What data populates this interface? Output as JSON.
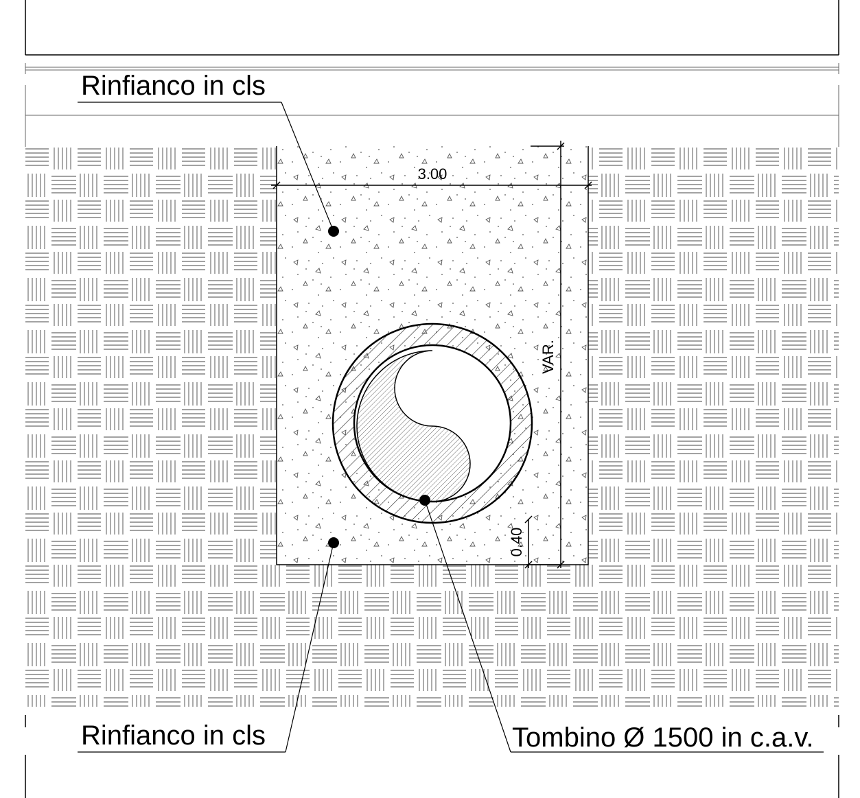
{
  "labels": {
    "top_callout": "Rinfianco in cls",
    "bottom_callout": "Rinfianco in cls",
    "pipe_callout": "Tombino Ø 1500 in c.a.v."
  },
  "dimensions": {
    "width": "3.00",
    "height": "VAR.",
    "bedding": "0.40"
  },
  "colors": {
    "line": "#000000",
    "hatch": "#555555",
    "background": "#ffffff"
  }
}
